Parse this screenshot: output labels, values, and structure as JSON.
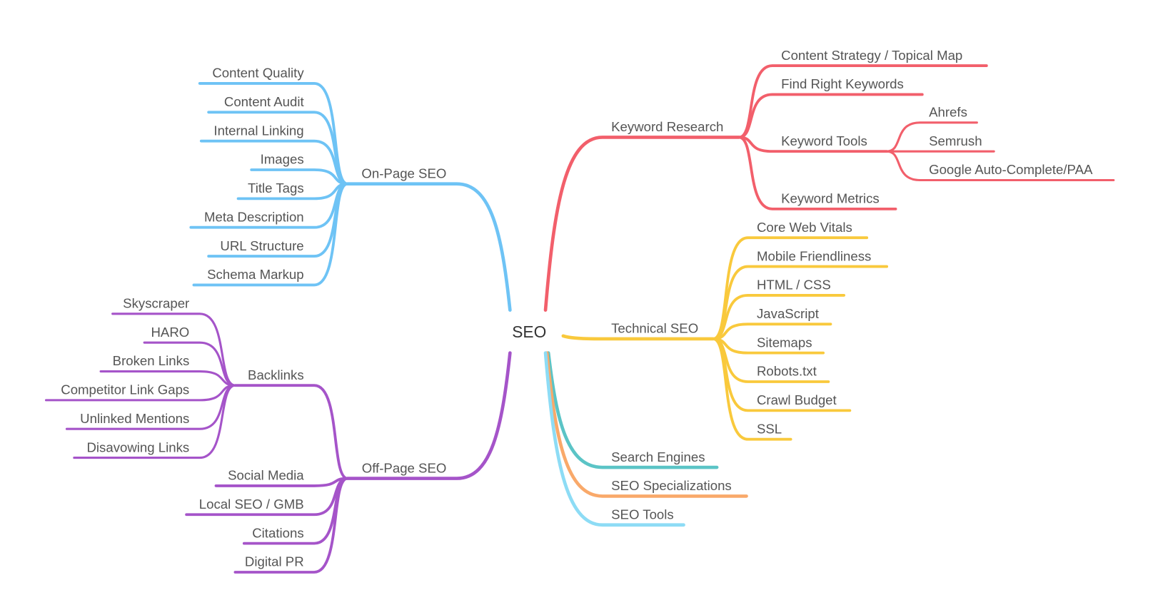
{
  "root": {
    "label": "SEO"
  },
  "branches": [
    {
      "label": "Keyword Research",
      "color": "#f25f6b",
      "children": [
        {
          "label": "Content Strategy / Topical Map"
        },
        {
          "label": "Find Right Keywords"
        },
        {
          "label": "Keyword Tools",
          "children": [
            {
              "label": "Ahrefs"
            },
            {
              "label": "Semrush"
            },
            {
              "label": "Google Auto-Complete/PAA"
            }
          ]
        },
        {
          "label": "Keyword Metrics"
        }
      ]
    },
    {
      "label": "Technical SEO",
      "color": "#f9c93c",
      "children": [
        {
          "label": "Core Web Vitals"
        },
        {
          "label": "Mobile Friendliness"
        },
        {
          "label": "HTML / CSS"
        },
        {
          "label": "JavaScript"
        },
        {
          "label": "Sitemaps"
        },
        {
          "label": "Robots.txt"
        },
        {
          "label": "Crawl Budget"
        },
        {
          "label": "SSL"
        }
      ]
    },
    {
      "label": "Search Engines",
      "color": "#5bc4c6"
    },
    {
      "label": "SEO Specializations",
      "color": "#f9a96a"
    },
    {
      "label": "SEO Tools",
      "color": "#8ddcf5"
    },
    {
      "label": "On-Page SEO",
      "color": "#6ec3f5",
      "children": [
        {
          "label": "Content Quality"
        },
        {
          "label": "Content Audit"
        },
        {
          "label": "Internal Linking"
        },
        {
          "label": "Images"
        },
        {
          "label": "Title Tags"
        },
        {
          "label": "Meta Description"
        },
        {
          "label": "URL Structure"
        },
        {
          "label": "Schema Markup"
        }
      ]
    },
    {
      "label": "Off-Page SEO",
      "color": "#a554c9",
      "children": [
        {
          "label": "Backlinks",
          "children": [
            {
              "label": "Skyscraper"
            },
            {
              "label": "HARO"
            },
            {
              "label": "Broken Links"
            },
            {
              "label": "Competitor Link Gaps"
            },
            {
              "label": "Unlinked Mentions"
            },
            {
              "label": "Disavowing Links"
            }
          ]
        },
        {
          "label": "Social Media"
        },
        {
          "label": "Local SEO / GMB"
        },
        {
          "label": "Citations"
        },
        {
          "label": "Digital PR"
        }
      ]
    }
  ]
}
